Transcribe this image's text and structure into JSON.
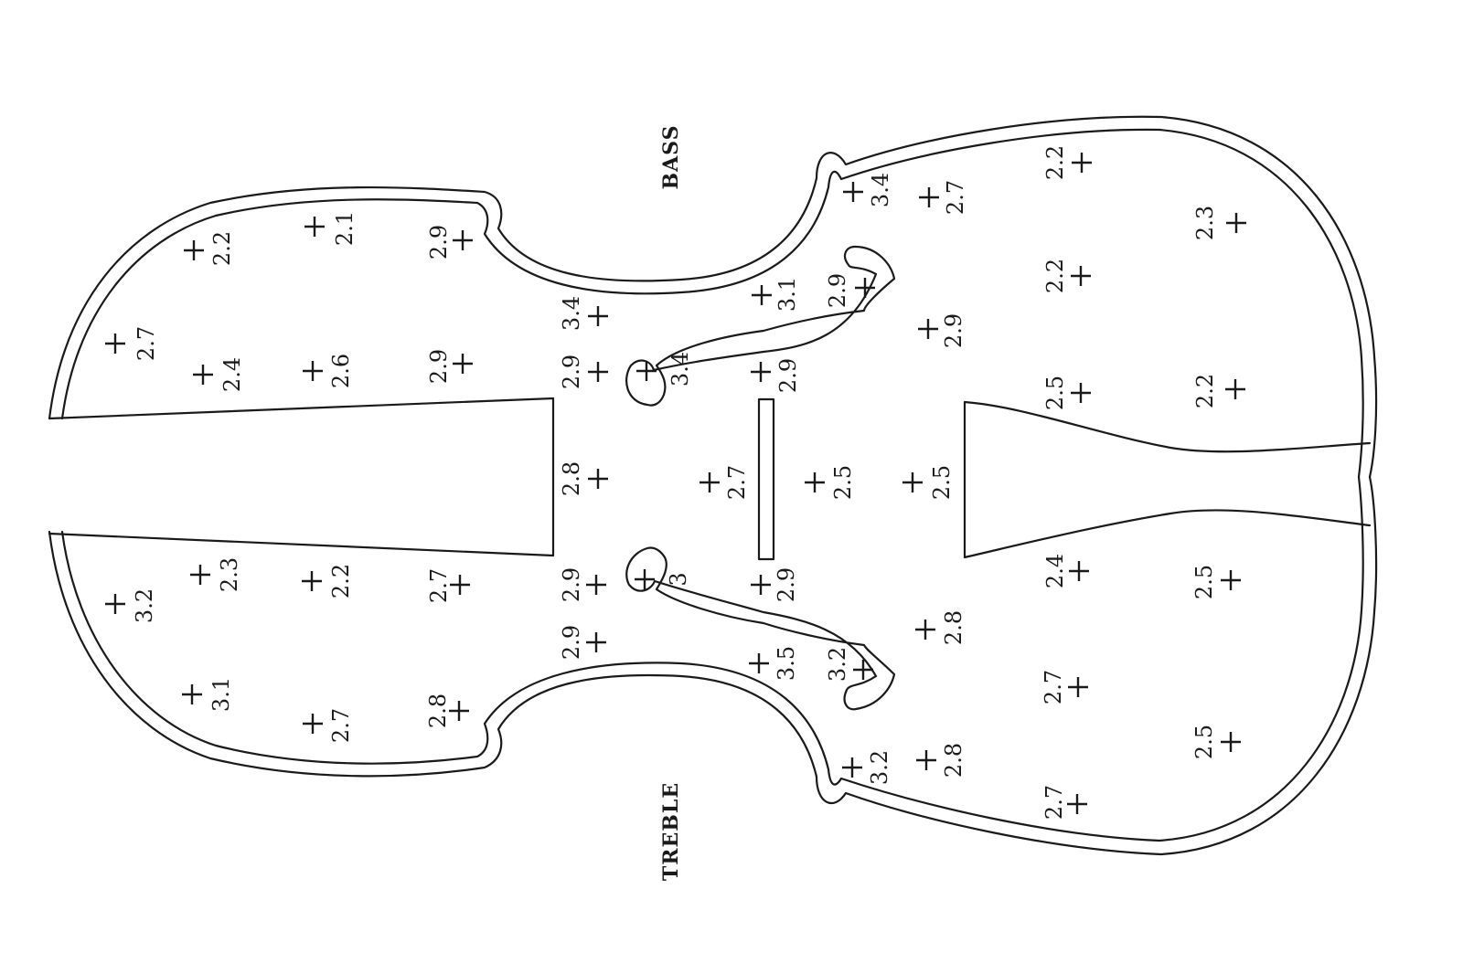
{
  "sides": {
    "bass": "BASS",
    "treble": "TREBLE"
  },
  "measurements": [
    {
      "id": "m1",
      "value": "2.7"
    },
    {
      "id": "m2",
      "value": "2.2"
    },
    {
      "id": "m3",
      "value": "2.1"
    },
    {
      "id": "m4",
      "value": "2.9"
    },
    {
      "id": "m5",
      "value": "2.4"
    },
    {
      "id": "m6",
      "value": "2.6"
    },
    {
      "id": "m7",
      "value": "2.9"
    },
    {
      "id": "m8",
      "value": "3.4"
    },
    {
      "id": "m9",
      "value": "2.9"
    },
    {
      "id": "m10",
      "value": "2.8"
    },
    {
      "id": "m11",
      "value": "2.9"
    },
    {
      "id": "m12",
      "value": "2.9"
    },
    {
      "id": "m13",
      "value": "3.2"
    },
    {
      "id": "m14",
      "value": "2.3"
    },
    {
      "id": "m15",
      "value": "2.2"
    },
    {
      "id": "m16",
      "value": "2.7"
    },
    {
      "id": "m17",
      "value": "3.1"
    },
    {
      "id": "m18",
      "value": "2.7"
    },
    {
      "id": "m19",
      "value": "2.8"
    },
    {
      "id": "m20",
      "value": "3.4"
    },
    {
      "id": "m21",
      "value": "3"
    },
    {
      "id": "m22",
      "value": "3.1"
    },
    {
      "id": "m23",
      "value": "2.9"
    },
    {
      "id": "m24",
      "value": "2.9"
    },
    {
      "id": "m25",
      "value": "3.5"
    },
    {
      "id": "m26",
      "value": "2.9"
    },
    {
      "id": "m27",
      "value": "3.2"
    },
    {
      "id": "m28",
      "value": "2.7"
    },
    {
      "id": "m29",
      "value": "2.5"
    },
    {
      "id": "m30",
      "value": "2.5"
    },
    {
      "id": "m31",
      "value": "3.4"
    },
    {
      "id": "m32",
      "value": "2.7"
    },
    {
      "id": "m33",
      "value": "2.9"
    },
    {
      "id": "m34",
      "value": "2.8"
    },
    {
      "id": "m35",
      "value": "3.2"
    },
    {
      "id": "m36",
      "value": "2.8"
    },
    {
      "id": "m37",
      "value": "2.2"
    },
    {
      "id": "m38",
      "value": "2.2"
    },
    {
      "id": "m39",
      "value": "2.5"
    },
    {
      "id": "m40",
      "value": "2.4"
    },
    {
      "id": "m41",
      "value": "2.7"
    },
    {
      "id": "m42",
      "value": "2.7"
    },
    {
      "id": "m43",
      "value": "2.3"
    },
    {
      "id": "m44",
      "value": "2.2"
    },
    {
      "id": "m45",
      "value": "2.5"
    },
    {
      "id": "m46",
      "value": "2.5"
    }
  ]
}
